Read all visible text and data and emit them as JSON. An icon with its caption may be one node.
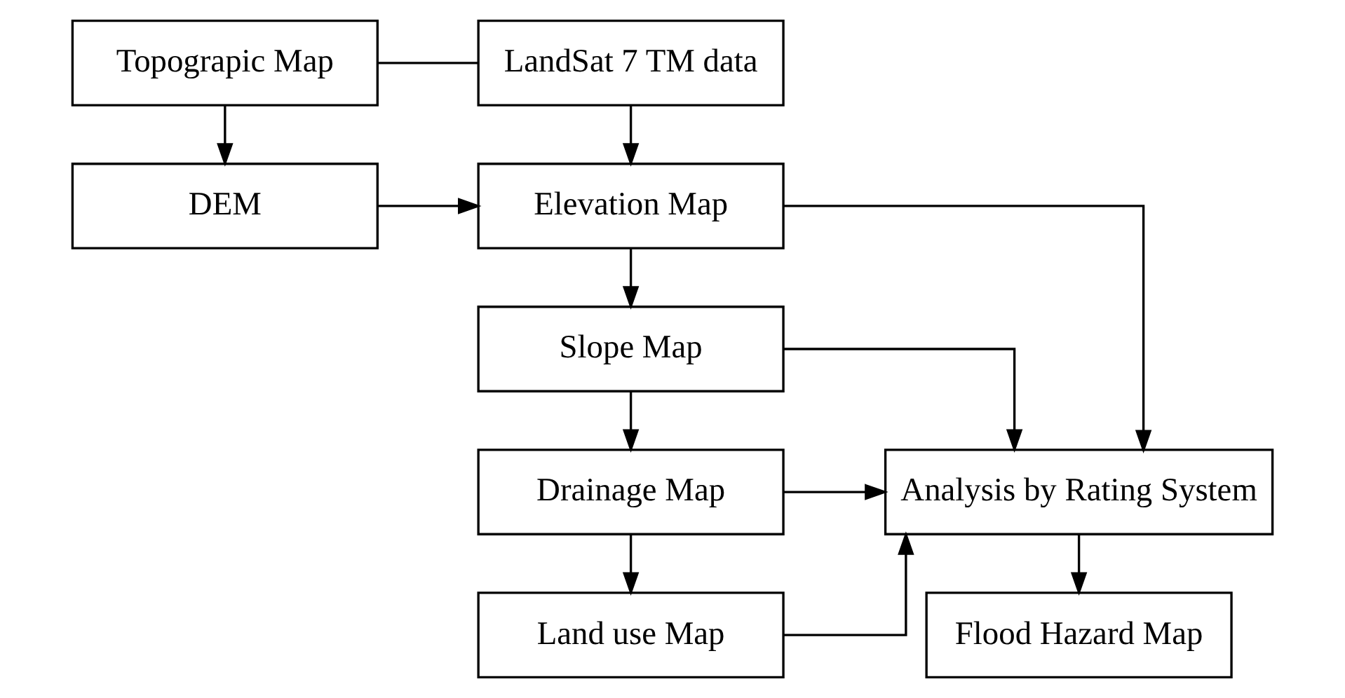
{
  "diagram": {
    "nodes": [
      {
        "text": [
          "Topograpic Map"
        ]
      },
      {
        "text": [
          "LandSat 7 TM data"
        ]
      },
      {
        "text": [
          "DEM"
        ]
      },
      {
        "text": [
          "Elevation Map"
        ]
      },
      {
        "text": [
          "Slope Map"
        ]
      },
      {
        "text": [
          "Drainage Map"
        ]
      },
      {
        "text": [
          "Land use Map"
        ]
      },
      {
        "text": [
          "Analysis by Rating System"
        ]
      },
      {
        "text": [
          "Flood Hazard Map"
        ]
      }
    ],
    "edges": [
      {
        "from": 0,
        "to": 1,
        "arrow": "none"
      },
      {
        "from": 0,
        "to": 2,
        "arrow": "to"
      },
      {
        "from": 1,
        "to": 3,
        "arrow": "to"
      },
      {
        "from": 2,
        "to": 3,
        "arrow": "to"
      },
      {
        "from": 3,
        "to": 4,
        "arrow": "to"
      },
      {
        "from": 4,
        "to": 5,
        "arrow": "to"
      },
      {
        "from": 5,
        "to": 6,
        "arrow": "to"
      },
      {
        "from": 3,
        "to": 7,
        "arrow": "to"
      },
      {
        "from": 4,
        "to": 7,
        "arrow": "to"
      },
      {
        "from": 5,
        "to": 7,
        "arrow": "to"
      },
      {
        "from": 6,
        "to": 7,
        "arrow": "to"
      },
      {
        "from": 7,
        "to": 8,
        "arrow": "to"
      }
    ]
  }
}
